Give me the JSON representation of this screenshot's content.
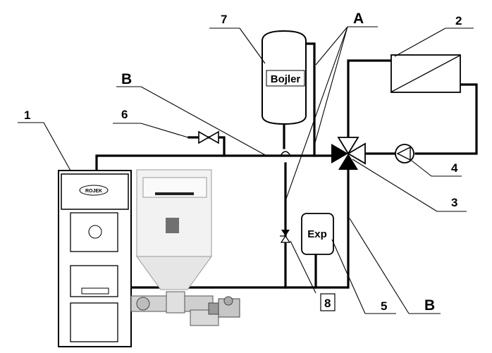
{
  "diagram": {
    "labels": {
      "boiler_number": "1",
      "solar_collector_number": "2",
      "mixing_valve_number": "3",
      "pump_number": "4",
      "expansion_line_number": "5",
      "valve_number": "6",
      "bojler_number": "7",
      "drain_valve_number": "8",
      "label_a": "A",
      "label_b_left": "B",
      "label_b_right": "B"
    },
    "components": {
      "bojler_tank_text": "Bojler",
      "expansion_tank_text": "Exp",
      "boiler_brand": "ROJEK"
    }
  }
}
